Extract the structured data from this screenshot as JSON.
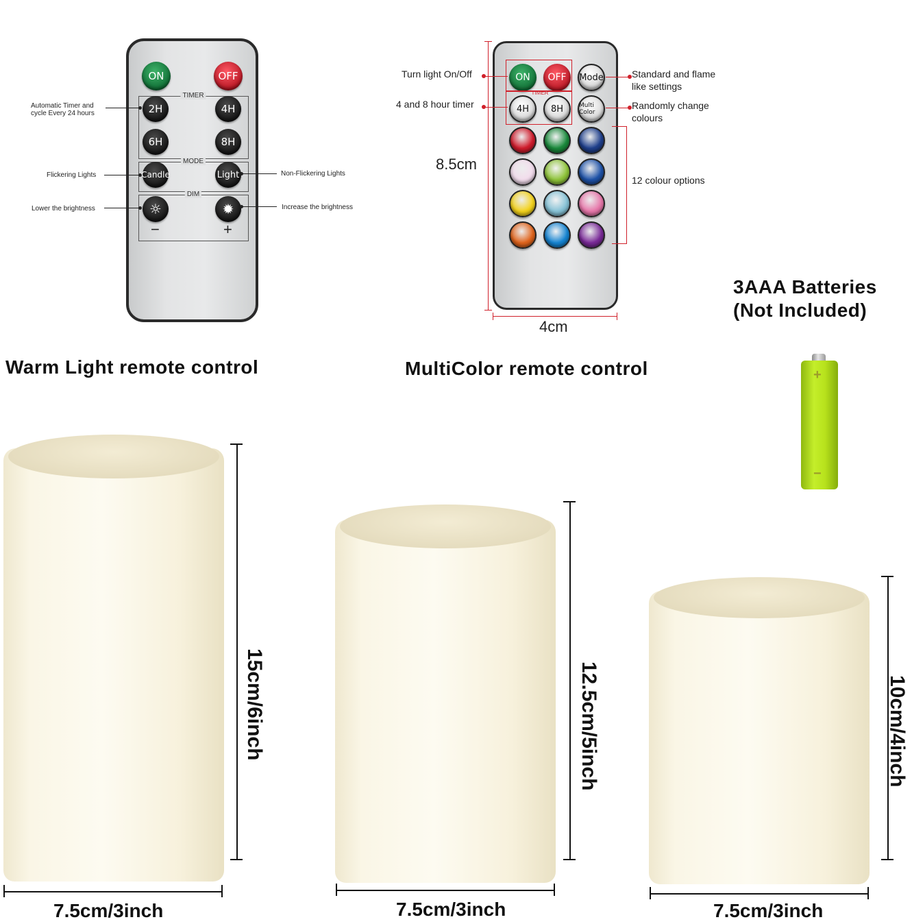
{
  "warm_remote": {
    "on": "ON",
    "off": "OFF",
    "timer_label": "TIMER",
    "t2": "2H",
    "t4": "4H",
    "t6": "6H",
    "t8": "8H",
    "mode_label": "MODE",
    "candle": "Candle",
    "light": "Light",
    "dim_label": "DIM",
    "minus": "−",
    "plus": "+",
    "note_timer": "Automatic Timer and cycle Every 24 hours",
    "note_flicker": "Flickering Lights",
    "note_nonflicker": "Non-Flickering Lights",
    "note_lower": "Lower the brightness",
    "note_increase": "Increase the brightness",
    "caption": "Warm Light remote control"
  },
  "color_remote": {
    "on": "ON",
    "off": "OFF",
    "mode": "Mode",
    "timer_label": "TIMER",
    "t4": "4H",
    "t8": "8H",
    "multicolor": "Multi Color",
    "note_onoff": "Turn light On/Off",
    "note_timer": "4 and 8 hour timer",
    "note_mode": "Standard and flame like settings",
    "note_random": "Randomly change colours",
    "note_colors": "12 colour options",
    "height": "8.5cm",
    "width": "4cm",
    "caption": "MultiColor remote control",
    "colors": [
      "#d01c2c",
      "#1a8a3c",
      "#1f3f8c",
      "#f2dcec",
      "#8fc43a",
      "#1e52a8",
      "#f3d21c",
      "#86c2d6",
      "#e777aa",
      "#e0641c",
      "#1584d2",
      "#7a2a98"
    ]
  },
  "battery": {
    "line1": "3AAA Batteries",
    "line2": "(Not Included)",
    "plus": "+",
    "minus": "−"
  },
  "candles": [
    {
      "height": "15cm/6inch",
      "width": "7.5cm/3inch"
    },
    {
      "height": "12.5cm/5inch",
      "width": "7.5cm/3inch"
    },
    {
      "height": "10cm/4inch",
      "width": "7.5cm/3inch"
    }
  ]
}
